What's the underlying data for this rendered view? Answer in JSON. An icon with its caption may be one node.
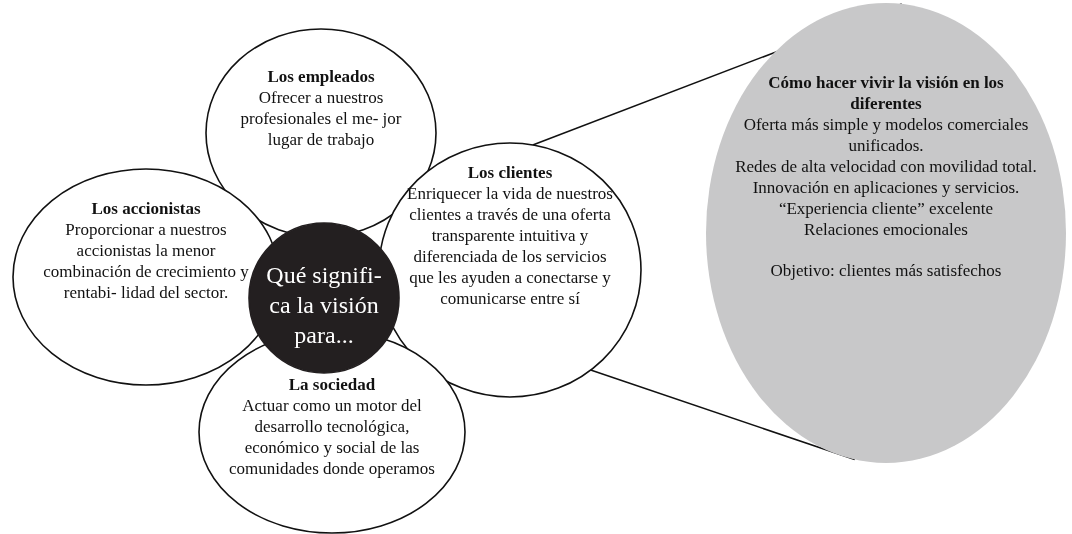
{
  "diagram": {
    "nodes": [
      {
        "text": [
          "Los empleados",
          "Ofrecer a nuestros profesionales el me- jor lugar de trabajo"
        ]
      },
      {
        "text": [
          "Los accionistas",
          "Proporcionar a nuestros accionistas la menor combinación de crecimiento y rentabi- lidad del sector."
        ]
      },
      {
        "text": [
          "Qué signifi- ca la visión para..."
        ]
      },
      {
        "text": [
          "Los clientes",
          "Enriquecer la vida de nuestros clientes a través de una oferta transparente intuitiva y diferenciada de los servicios que les ayuden a conectarse y comunicarse entre sí"
        ]
      },
      {
        "text": [
          "La sociedad",
          "Actuar como un motor del desarrollo tecnológica, económico y social de las comunidades donde operamos"
        ]
      },
      {
        "text": [
          "Cómo hacer vivir la visión en los diferentes",
          "Oferta más simple y modelos comerciales unificados.",
          "Redes de alta velocidad con movilidad total.",
          "Innovación en aplicaciones y servicios.",
          "“Experiencia cliente” excelente",
          "Relaciones emocionales",
          "Objetivo: clientes más satisfechos"
        ]
      }
    ],
    "edges": [
      {
        "from": 3,
        "to": 5,
        "arrow": "none"
      },
      {
        "from": 3,
        "to": 5,
        "arrow": "none"
      }
    ]
  }
}
